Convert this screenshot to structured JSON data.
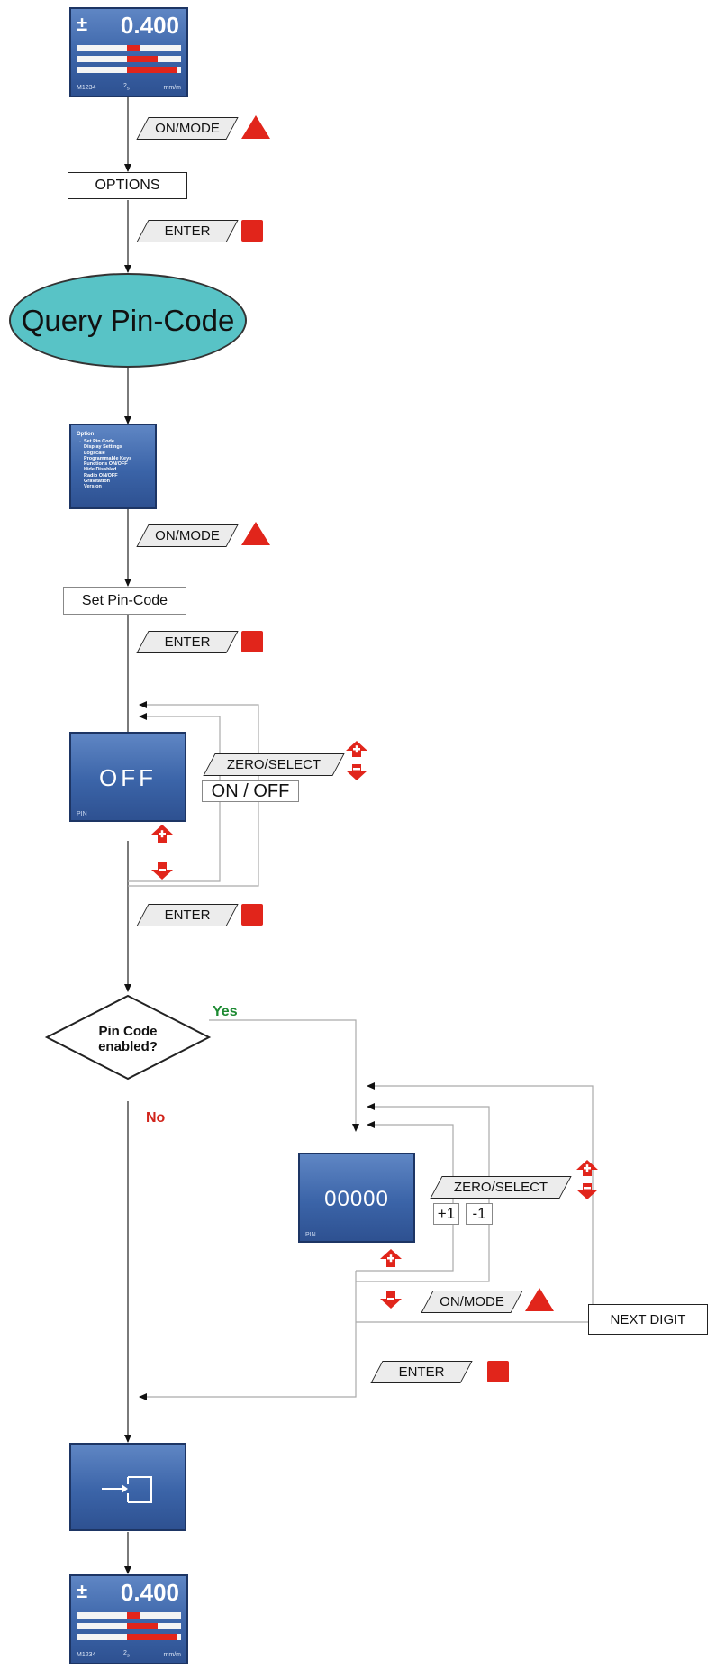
{
  "top_display": {
    "sign": "±",
    "value": "0.400",
    "bars": [
      0.12,
      0.3,
      0.48
    ],
    "footer": {
      "id": "M1234",
      "mode": "2",
      "mode_sub": "s",
      "unit": "mm/m"
    }
  },
  "step1": {
    "key": "ON/MODE"
  },
  "options_box": "OPTIONS",
  "step2": {
    "key": "ENTER"
  },
  "query": "Query Pin-Code",
  "option_menu": {
    "title": "Option",
    "items": [
      "Set Pin Code",
      "Display Settings",
      "Logscale",
      "Programmable Keys",
      "Functions ON/OFF",
      "Hide Disabled",
      "Radio ON/OFF",
      "Gravitation",
      "Version"
    ]
  },
  "step3": {
    "key": "ON/MODE"
  },
  "set_pin_box": "Set Pin-Code",
  "step4": {
    "key": "ENTER"
  },
  "pin_toggle": {
    "value": "OFF",
    "tag": "PIN"
  },
  "zero_select_1": {
    "key": "ZERO/SELECT",
    "hint": "ON / OFF"
  },
  "step5": {
    "key": "ENTER"
  },
  "decision": {
    "question_line1": "Pin Code",
    "question_line2": "enabled?",
    "yes": "Yes",
    "no": "No"
  },
  "pin_entry": {
    "value": "00000",
    "tag": "PIN"
  },
  "zero_select_2": {
    "key": "ZERO/SELECT",
    "plus": "+1",
    "minus": "-1"
  },
  "next_digit": {
    "key": "ON/MODE",
    "box": "NEXT DIGIT"
  },
  "step6": {
    "key": "ENTER"
  },
  "exit_icon": "exit-icon",
  "bottom_display": {
    "sign": "±",
    "value": "0.400",
    "bars": [
      0.12,
      0.3,
      0.48
    ],
    "footer": {
      "id": "M1234",
      "mode": "2",
      "mode_sub": "s",
      "unit": "mm/m"
    }
  },
  "colors": {
    "accent_red": "#e1251b",
    "lcd_blue": "#3b64a8",
    "oval_teal": "#58c3c6",
    "yes_green": "#1d8a32",
    "no_red": "#d1241b"
  }
}
